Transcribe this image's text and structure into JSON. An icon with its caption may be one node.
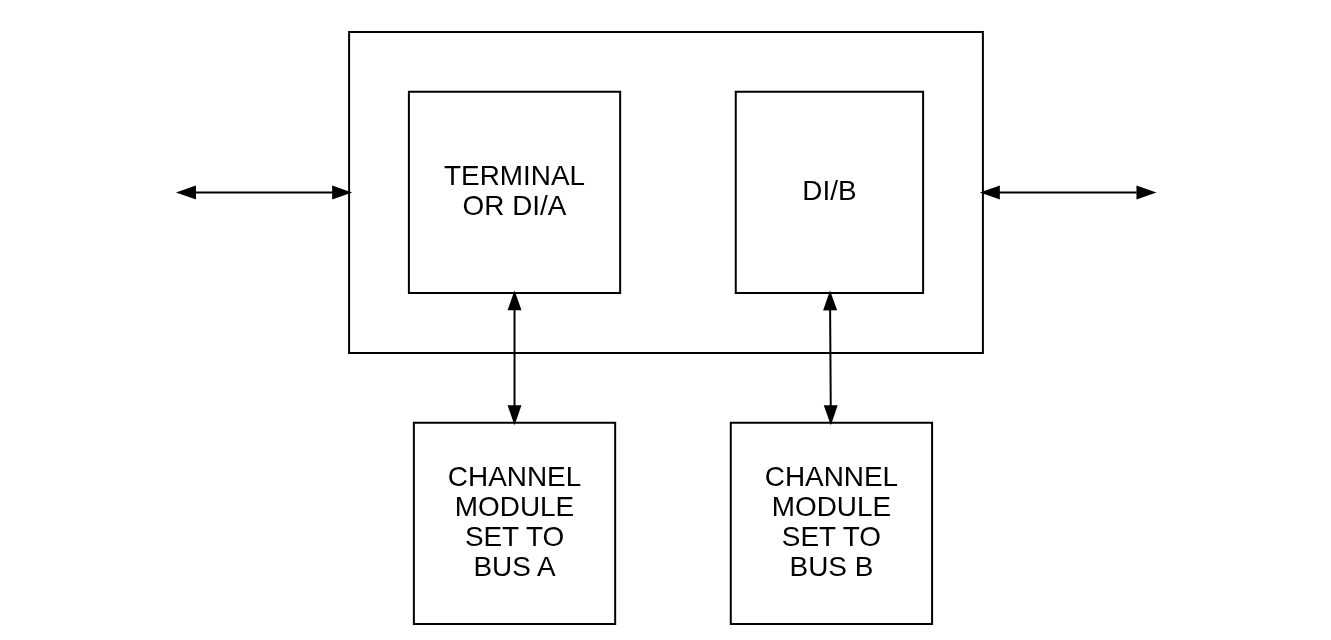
{
  "diagram": {
    "nodes": [
      {
        "text": [],
        "shape": "box"
      },
      {
        "text": [
          "TERMINAL OR DI/A"
        ],
        "in": 0
      },
      {
        "text": [
          "DI/B"
        ],
        "in": 0
      },
      {
        "text": [
          "CHANNEL MODULE SET TO BUS A"
        ]
      },
      {
        "text": [
          "CHANNEL MODULE SET TO BUS B"
        ]
      }
    ],
    "edges": [
      {
        "from": null,
        "to": 0,
        "arrow": "both"
      },
      {
        "from": 1,
        "to": 3,
        "arrow": "both"
      },
      {
        "from": 2,
        "to": 4,
        "arrow": "both"
      },
      {
        "from": 0,
        "to": null,
        "arrow": "both"
      }
    ]
  }
}
